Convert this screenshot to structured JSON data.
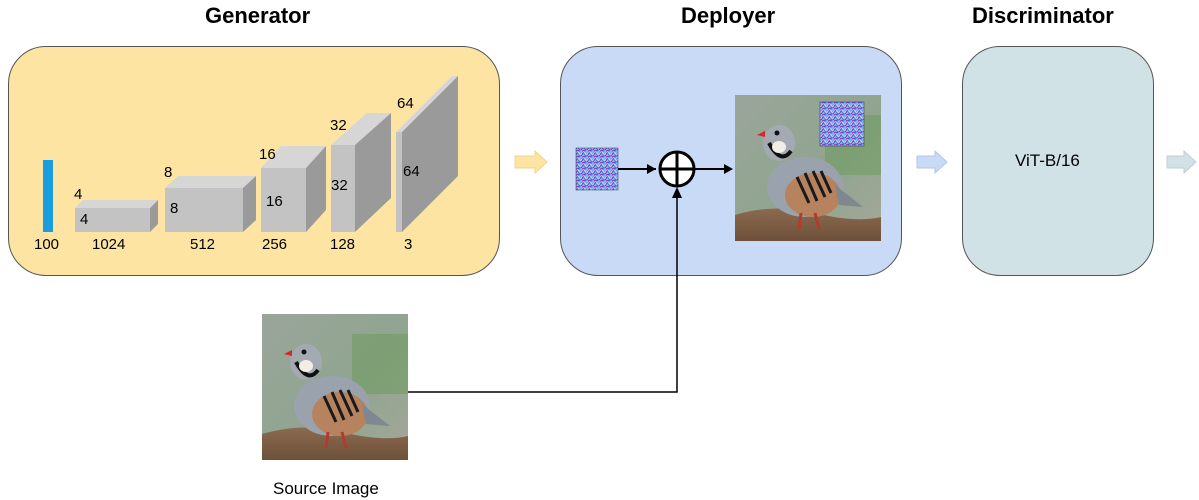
{
  "titles": {
    "generator": "Generator",
    "deployer": "Deployer",
    "discriminator": "Discriminator"
  },
  "generator": {
    "input": {
      "size": "100",
      "color": "#1a9ddf"
    },
    "blocks": [
      {
        "top": "4",
        "side": "4",
        "bottom": "1024"
      },
      {
        "top": "8",
        "side": "8",
        "bottom": "512"
      },
      {
        "top": "16",
        "side": "16",
        "bottom": "256"
      },
      {
        "top": "32",
        "side": "32",
        "bottom": "128"
      },
      {
        "top": "64",
        "side": "64",
        "bottom": "3"
      }
    ]
  },
  "discriminator": {
    "model": "ViT-B/16"
  },
  "source": {
    "caption": "Source Image"
  },
  "colors": {
    "generator_panel": "#fde4a3",
    "deployer_panel": "#c9daf7",
    "discriminator_panel": "#d1e2e6",
    "block_front": "#c3c3c3",
    "block_top": "#d6d6d6",
    "block_side": "#9a9a9a"
  }
}
